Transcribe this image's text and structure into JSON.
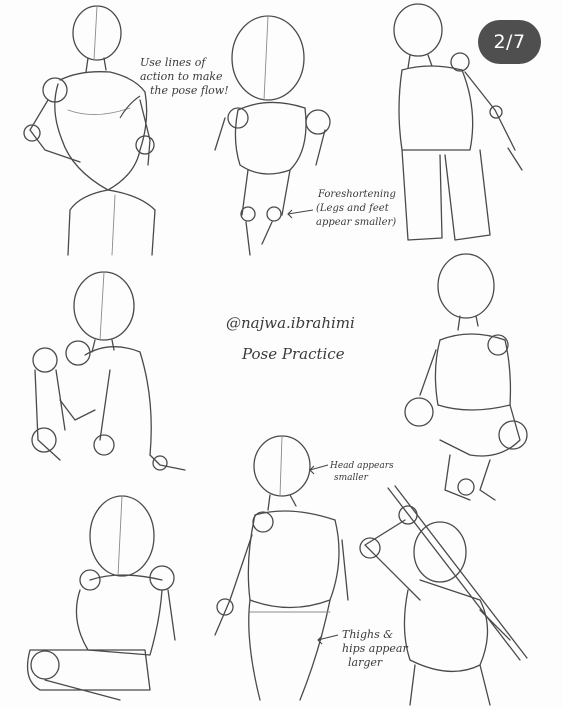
{
  "viewer": {
    "counter": "2/7",
    "background": "#fdfdfd",
    "counter_bg": "#282828"
  },
  "sheet": {
    "credit": "@najwa.ibrahimi",
    "title": "Pose Practice",
    "notes": {
      "action_line_1": "Use lines of",
      "action_line_2": "action to make",
      "action_line_3": "the pose flow!",
      "foreshort_1": "Foreshortening",
      "foreshort_2": "(Legs and feet",
      "foreshort_3": "appear smaller)",
      "head_1": "Head appears",
      "head_2": "smaller",
      "thighs_1": "Thighs &",
      "thighs_2": "hips appear",
      "thighs_3": "larger"
    }
  }
}
